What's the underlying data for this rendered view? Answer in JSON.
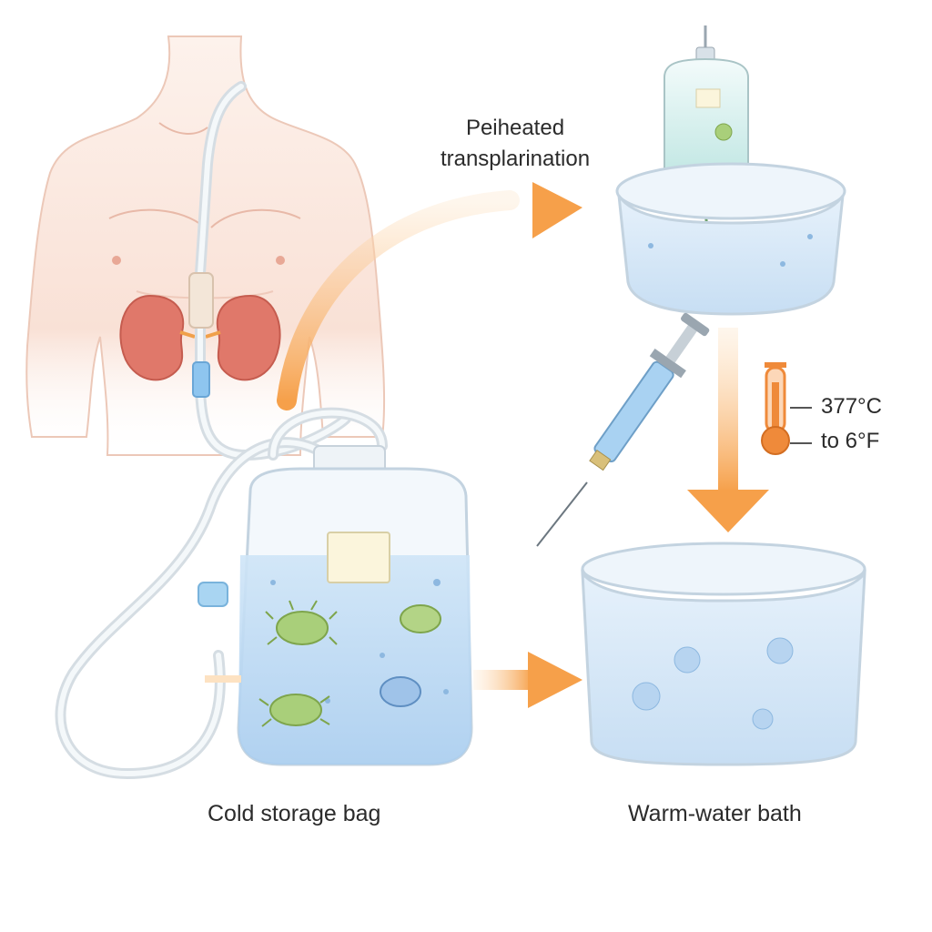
{
  "labels": {
    "preheated_line1": "Peiheated",
    "preheated_line2": "transplarination",
    "cold_storage": "Cold storage bag",
    "warm_bath": "Warm-water bath",
    "temp_line1": "377°C",
    "temp_line2": "to 6°F"
  },
  "icons": [
    "human-torso-icon",
    "kidney-icon",
    "tube-icon",
    "storage-bag-icon",
    "bacteria-icon",
    "iv-bag-icon",
    "water-bowl-icon",
    "syringe-icon",
    "thermometer-icon",
    "arrow-icon"
  ],
  "colors": {
    "arrow": "#f6a04a",
    "water": "#bcd9f3",
    "skin": "#fbe6dc",
    "kidney": "#e0786a",
    "bacteria": "#a9cf7a",
    "thermometer": "#ef8a3a",
    "label_text": "#2b2b2b"
  }
}
